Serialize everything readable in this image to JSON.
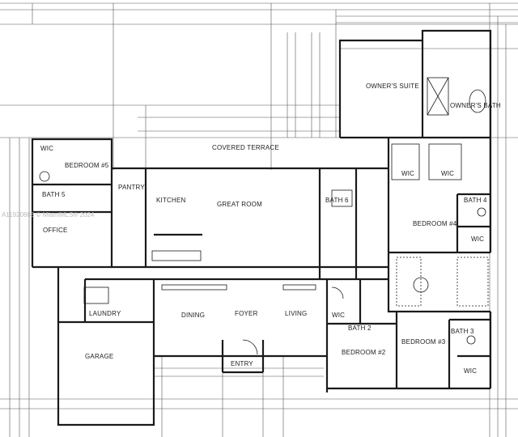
{
  "colors": {
    "wall": "#1a1a1a",
    "dim": "#555555",
    "paper": "#ffffff",
    "watermark": "#bbbbbb"
  },
  "watermark": "A11920888 © MiamiMLS® 2024",
  "rooms": [
    {
      "id": "owners-suite",
      "label": "OWNER'S SUITE"
    },
    {
      "id": "owners-bath",
      "label": "OWNER'S BATH"
    },
    {
      "id": "covered-terrace",
      "label": "COVERED TERRACE"
    },
    {
      "id": "wic-1",
      "label": "WIC"
    },
    {
      "id": "bedroom-5",
      "label": "BEDROOM #5"
    },
    {
      "id": "wic-2",
      "label": "WIC"
    },
    {
      "id": "wic-3",
      "label": "WIC"
    },
    {
      "id": "pantry",
      "label": "PANTRY"
    },
    {
      "id": "bath-5",
      "label": "BATH 5"
    },
    {
      "id": "kitchen",
      "label": "KITCHEN"
    },
    {
      "id": "great-room",
      "label": "GREAT ROOM"
    },
    {
      "id": "bath-6",
      "label": "BATH 6"
    },
    {
      "id": "bath-4",
      "label": "BATH 4"
    },
    {
      "id": "bedroom-4",
      "label": "BEDROOM #4"
    },
    {
      "id": "office",
      "label": "OFFICE"
    },
    {
      "id": "wic-4",
      "label": "WIC"
    },
    {
      "id": "laundry",
      "label": "LAUNDRY"
    },
    {
      "id": "dining",
      "label": "DINING"
    },
    {
      "id": "foyer",
      "label": "FOYER"
    },
    {
      "id": "living",
      "label": "LIVING"
    },
    {
      "id": "wic-5",
      "label": "WIC"
    },
    {
      "id": "bath-2",
      "label": "BATH 2"
    },
    {
      "id": "bath-3",
      "label": "BATH 3"
    },
    {
      "id": "bedroom-3",
      "label": "BEDROOM #3"
    },
    {
      "id": "garage",
      "label": "GARAGE"
    },
    {
      "id": "bedroom-2",
      "label": "BEDROOM #2"
    },
    {
      "id": "wic-6",
      "label": "WIC"
    },
    {
      "id": "entry",
      "label": "ENTRY"
    }
  ]
}
